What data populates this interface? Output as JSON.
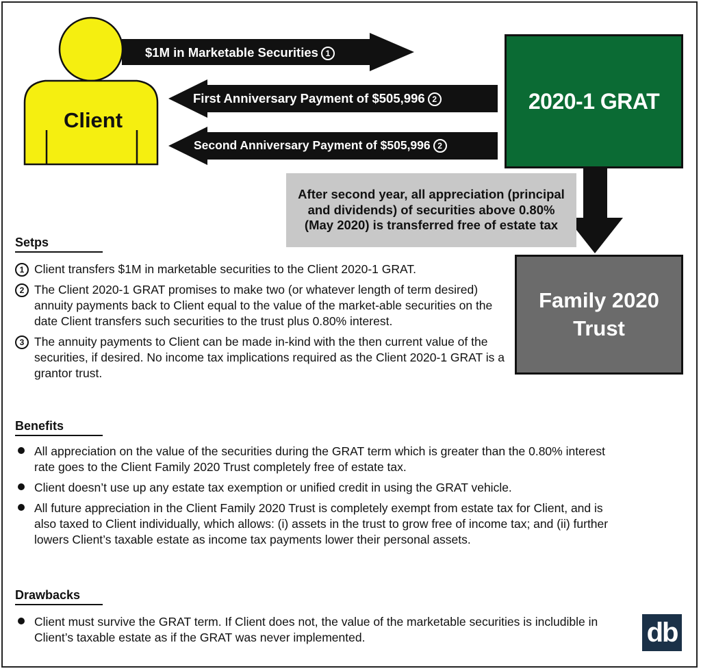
{
  "client": {
    "label": "Client"
  },
  "grat": {
    "label": "2020-1 GRAT"
  },
  "family_trust": {
    "label": "Family 2020 Trust"
  },
  "arrows": {
    "transfer": {
      "label": "$1M in Marketable Securities",
      "marker": "1"
    },
    "first_payment": {
      "label": "First Anniversary Payment of $505,996",
      "marker": "2"
    },
    "second_payment": {
      "label": "Second Anniversary Payment of $505,996",
      "marker": "2"
    }
  },
  "note": "After second year, all appreciation (principal and dividends) of securities above 0.80% (May 2020) is transferred free of estate tax",
  "sections": {
    "steps": {
      "title": "Setps",
      "items": [
        {
          "marker": "1",
          "text": "Client transfers $1M in marketable securities to the Client 2020-1 GRAT."
        },
        {
          "marker": "2",
          "text": "The Client 2020-1 GRAT promises to make two (or whatever length of term desired) annuity payments back to Client equal to the value of the market-able securities on the date Client transfers such securities to the trust plus 0.80% interest."
        },
        {
          "marker": "3",
          "text": "The annuity payments to Client can be made in-kind with the then current value of the securities, if desired. No income tax implications required as the Client 2020-1 GRAT is a grantor trust."
        }
      ]
    },
    "benefits": {
      "title": "Benefits",
      "items": [
        "All appreciation on the value of the securities during the GRAT term which is greater than the 0.80% interest rate goes to the Client Family 2020 Trust completely free of estate tax.",
        "Client doesn’t use up any estate tax exemption or unified credit in using the GRAT vehicle.",
        "All future appreciation in the Client Family 2020 Trust is completely exempt from estate tax for Client, and is also taxed to Client individually, which allows: (i) assets in the trust to grow free of income tax; and (ii) further lowers Client’s taxable estate as income tax payments lower their personal assets."
      ]
    },
    "drawbacks": {
      "title": "Drawbacks",
      "items": [
        "Client must survive the GRAT term. If Client does not, the value of the marketable securities is includible in Client’s taxable estate as if the GRAT was never implemented."
      ]
    }
  },
  "logo": {
    "text": "db"
  },
  "colors": {
    "client_fill": "#f5ef10",
    "grat_fill": "#0b6b34",
    "family_fill": "#6b6b6b",
    "note_fill": "#c8c8c8",
    "arrow_fill": "#111111",
    "logo_fill": "#1b3148"
  }
}
